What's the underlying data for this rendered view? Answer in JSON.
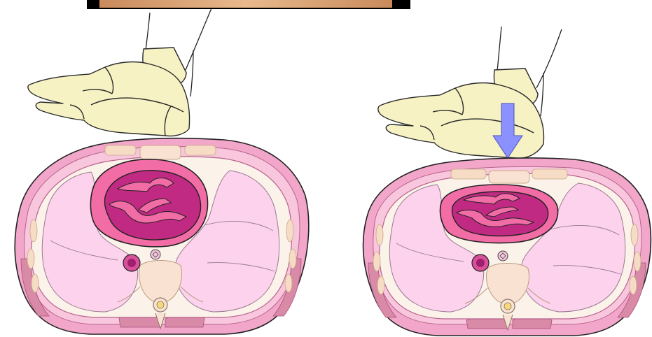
{
  "figure": {
    "panels": [
      {
        "id": "before",
        "state": "uncompressed",
        "arrow": false
      },
      {
        "id": "during",
        "state": "compressed",
        "arrow": true
      }
    ],
    "colors": {
      "skin": "#f2a7ca",
      "skin_band": "#e48fb6",
      "lung": "#fcd2ec",
      "lung_line": "#c9a2c0",
      "pericardium": "#f26da6",
      "heart_wall": "#c02a82",
      "heart_wall_dark": "#a01f6c",
      "bone": "#fbeee0",
      "bone_line": "#d9c6b0",
      "sternum": "#f9e2d2",
      "mediastinum": "#fbf2ea",
      "rib": "#f6dcc4",
      "muscle": "#d98aa6",
      "aorta": "#d8509a",
      "spinal_cord": "#f7d97a",
      "glove": "#f7f2c4",
      "glove_line": "#2a2a2a",
      "arrow": "#8b92ff",
      "photo_strip": "#d9a06e",
      "photo_frame": "#000000"
    },
    "icons": [
      "gloved-hands-icon",
      "downward-arrow-icon"
    ]
  }
}
